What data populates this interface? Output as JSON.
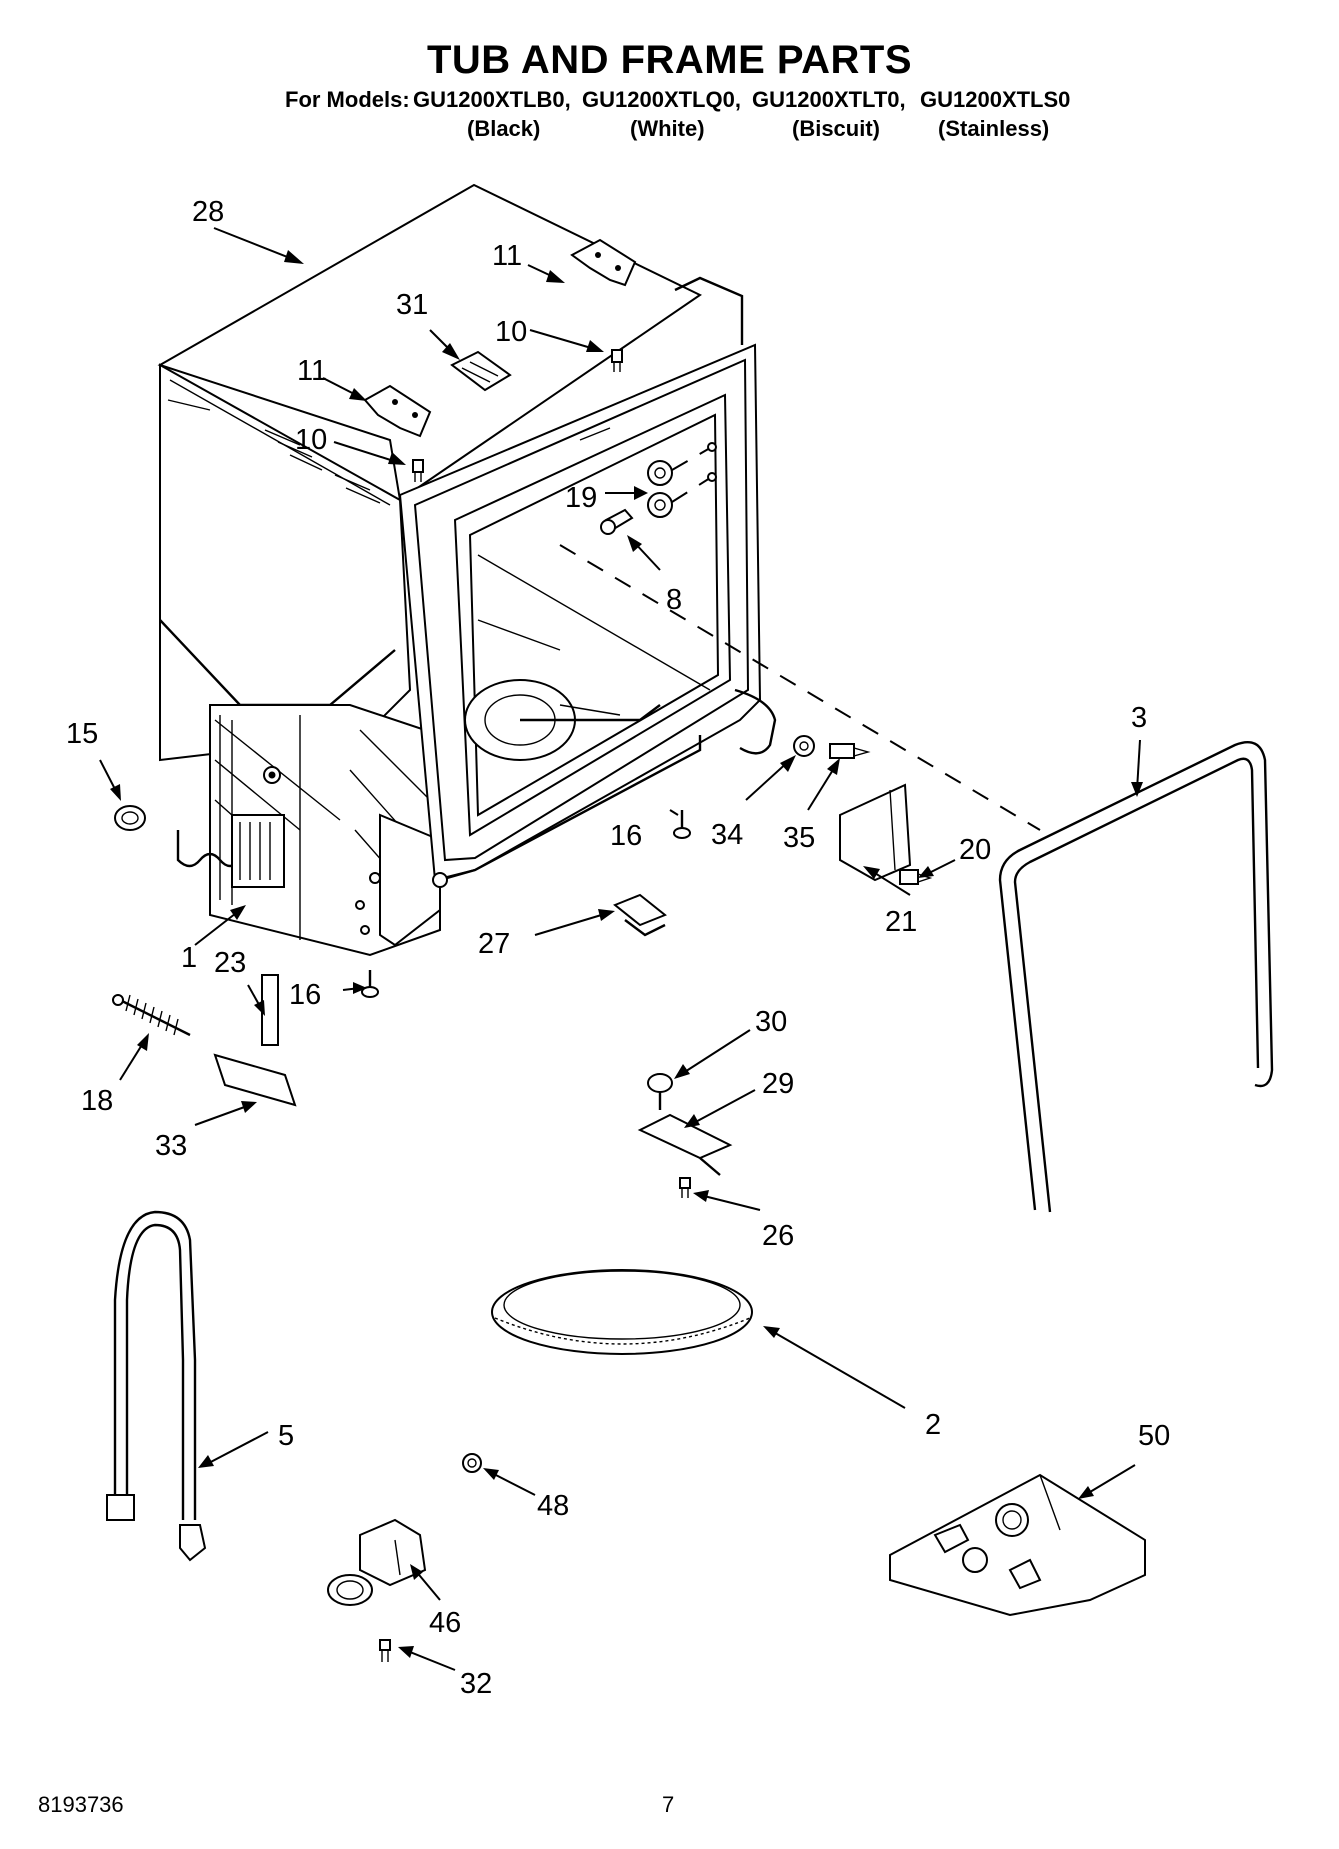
{
  "title": "TUB AND FRAME PARTS",
  "models": {
    "prefix": "For Models:",
    "list": [
      "GU1200XTLB0,",
      "GU1200XTLQ0,",
      "GU1200XTLT0,",
      "GU1200XTLS0"
    ],
    "colors": [
      "(Black)",
      "(White)",
      "(Biscuit)",
      "(Stainless)"
    ]
  },
  "callouts": [
    "28",
    "11",
    "31",
    "10",
    "11",
    "10",
    "19",
    "8",
    "15",
    "3",
    "16",
    "34",
    "35",
    "20",
    "21",
    "1",
    "23",
    "27",
    "16",
    "18",
    "33",
    "30",
    "29",
    "26",
    "2",
    "5",
    "50",
    "48",
    "46",
    "32"
  ],
  "footer": {
    "doc_number": "8193736",
    "page_number": "7"
  }
}
